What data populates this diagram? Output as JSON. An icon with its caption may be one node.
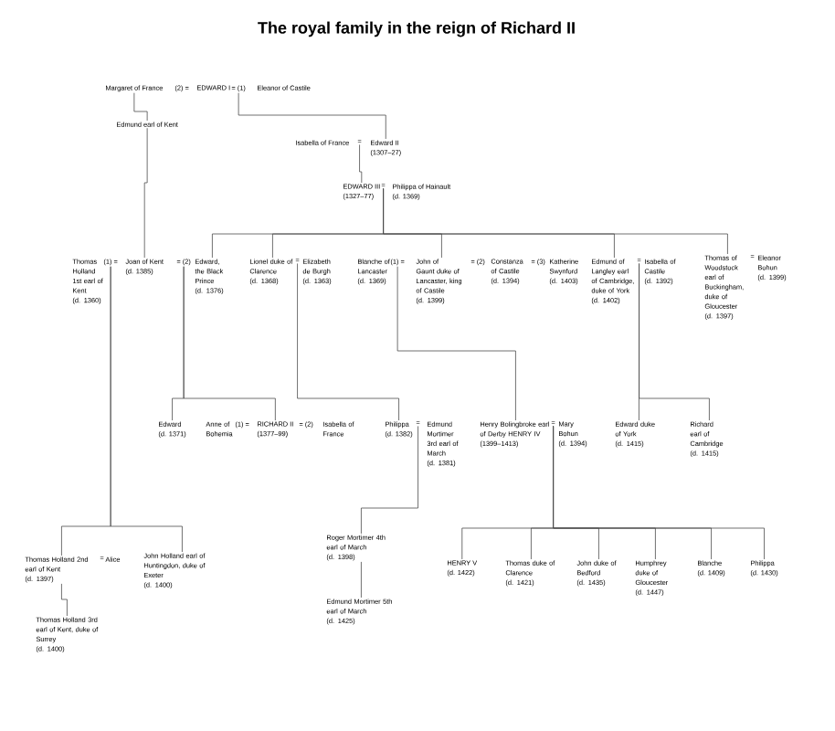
{
  "diagram": {
    "title": "The royal family in the reign of Richard II",
    "nodes": [
      {
        "text": [
          "Margaret of France"
        ]
      },
      {
        "text": [
          "(2) ="
        ]
      },
      {
        "text": [
          "EDWARD I"
        ]
      },
      {
        "text": [
          "= (1)"
        ]
      },
      {
        "text": [
          "Eleanor of Castile"
        ]
      },
      {
        "text": [
          "Edmund earl of Kent"
        ]
      },
      {
        "text": [
          "Isabella of France"
        ]
      },
      {
        "text": [
          "="
        ]
      },
      {
        "text": [
          "Edward II",
          "(1307–27)"
        ]
      },
      {
        "text": [
          "EDWARD III",
          "(1327–77)"
        ]
      },
      {
        "text": [
          "="
        ]
      },
      {
        "text": [
          "Philippa of Hainault",
          "(d. 1369)"
        ]
      },
      {
        "text": [
          "Thomas Holland 1st earl of Kent",
          "(d. 1360)"
        ]
      },
      {
        "text": [
          "(1) ="
        ]
      },
      {
        "text": [
          "Joan of Kent",
          "(d. 1385)"
        ]
      },
      {
        "text": [
          "= (2)"
        ]
      },
      {
        "text": [
          "Edward, the Black Prince",
          "(d. 1376)"
        ]
      },
      {
        "text": [
          "Lionel duke of Clarence",
          "(d. 1368)"
        ]
      },
      {
        "text": [
          "="
        ]
      },
      {
        "text": [
          "Elizabeth de Burgh",
          "(d. 1363)"
        ]
      },
      {
        "text": [
          "Blanche of Lancaster",
          "(d. 1369)"
        ]
      },
      {
        "text": [
          "(1) ="
        ]
      },
      {
        "text": [
          "John of Gaunt duke of Lancaster, king of Castile",
          "(d. 1399)"
        ]
      },
      {
        "text": [
          "= (2)"
        ]
      },
      {
        "text": [
          "Constanza of Castile",
          "(d. 1394)"
        ]
      },
      {
        "text": [
          "= (3)"
        ]
      },
      {
        "text": [
          "Katherine Swynford",
          "(d. 1403)"
        ]
      },
      {
        "text": [
          "Edmund of Langley earl of Cambridge, duke of York",
          "(d. 1402)"
        ]
      },
      {
        "text": [
          "="
        ]
      },
      {
        "text": [
          "Isabella of Castile",
          "(d. 1392)"
        ]
      },
      {
        "text": [
          "Thomas of Woodstock earl of Buckingham, duke of Gloucester",
          "(d. 1397)"
        ]
      },
      {
        "text": [
          "="
        ]
      },
      {
        "text": [
          "Eleanor Bohun",
          "(d. 1399)"
        ]
      },
      {
        "text": [
          "Edward",
          "(d. 1371)"
        ]
      },
      {
        "text": [
          "Anne of Bohemia"
        ]
      },
      {
        "text": [
          "(1) ="
        ]
      },
      {
        "text": [
          "RICHARD II",
          "(1377–99)"
        ]
      },
      {
        "text": [
          "= (2)"
        ]
      },
      {
        "text": [
          "Isabella of France"
        ]
      },
      {
        "text": [
          "Philippa",
          "(d. 1382)"
        ]
      },
      {
        "text": [
          "="
        ]
      },
      {
        "text": [
          "Edmund Mortimer 3rd earl of March",
          "(d. 1381)"
        ]
      },
      {
        "text": [
          "Henry Bolingbroke earl of Derby HENRY IV",
          "(1399–1413)"
        ]
      },
      {
        "text": [
          "="
        ]
      },
      {
        "text": [
          "Mary Bohun",
          "(d. 1394)"
        ]
      },
      {
        "text": [
          "Edward duke of York",
          "(d. 1415)"
        ]
      },
      {
        "text": [
          "Richard earl of Cambridge",
          "(d. 1415)"
        ]
      },
      {
        "text": [
          "Roger Mortimer 4th earl of March",
          "(d. 1398)"
        ]
      },
      {
        "text": [
          "Edmund Mortimer 5th earl of March",
          "(d. 1425)"
        ]
      },
      {
        "text": [
          "Thomas Holland 2nd earl of Kent",
          "(d. 1397)"
        ]
      },
      {
        "text": [
          "="
        ]
      },
      {
        "text": [
          "Alice"
        ]
      },
      {
        "text": [
          "John Holland earl of Huntingdon, duke of Exeter",
          "(d. 1400)"
        ]
      },
      {
        "text": [
          "Thomas Holland 3rd earl of Kent, duke of Surrey",
          "(d. 1400)"
        ]
      },
      {
        "text": [
          "HENRY V",
          "(d. 1422)"
        ]
      },
      {
        "text": [
          "Thomas duke of Clarence",
          "(d. 1421)"
        ]
      },
      {
        "text": [
          "John duke of Bedford",
          "(d. 1435)"
        ]
      },
      {
        "text": [
          "Humphrey duke of Gloucester",
          "(d. 1447)"
        ]
      },
      {
        "text": [
          "Blanche",
          "(d. 1409)"
        ]
      },
      {
        "text": [
          "Philippa",
          "(d. 1430)"
        ]
      }
    ],
    "edges": [
      {
        "from": 0,
        "to": 5,
        "arrow": "none"
      },
      {
        "from": 3,
        "to": 8,
        "arrow": "none"
      },
      {
        "from": 7,
        "to": 9,
        "arrow": "none"
      },
      {
        "from": 10,
        "to": 16,
        "arrow": "none"
      },
      {
        "from": 10,
        "to": 17,
        "arrow": "none"
      },
      {
        "from": 10,
        "to": 22,
        "arrow": "none"
      },
      {
        "from": 10,
        "to": 27,
        "arrow": "none"
      },
      {
        "from": 10,
        "to": 30,
        "arrow": "none"
      },
      {
        "from": 5,
        "to": 14,
        "arrow": "none"
      },
      {
        "from": 13,
        "to": 49,
        "arrow": "none"
      },
      {
        "from": 13,
        "to": 52,
        "arrow": "none"
      },
      {
        "from": 15,
        "to": 33,
        "arrow": "none"
      },
      {
        "from": 15,
        "to": 36,
        "arrow": "none"
      },
      {
        "from": 18,
        "to": 39,
        "arrow": "none"
      },
      {
        "from": 21,
        "to": 42,
        "arrow": "none"
      },
      {
        "from": 28,
        "to": 45,
        "arrow": "none"
      },
      {
        "from": 28,
        "to": 46,
        "arrow": "none"
      },
      {
        "from": 40,
        "to": 47,
        "arrow": "none"
      },
      {
        "from": 47,
        "to": 48,
        "arrow": "none"
      },
      {
        "from": 49,
        "to": 53,
        "arrow": "none"
      },
      {
        "from": 43,
        "to": 54,
        "arrow": "none"
      },
      {
        "from": 43,
        "to": 55,
        "arrow": "none"
      },
      {
        "from": 43,
        "to": 56,
        "arrow": "none"
      },
      {
        "from": 43,
        "to": 57,
        "arrow": "none"
      },
      {
        "from": 43,
        "to": 58,
        "arrow": "none"
      },
      {
        "from": 43,
        "to": 59,
        "arrow": "none"
      }
    ]
  }
}
